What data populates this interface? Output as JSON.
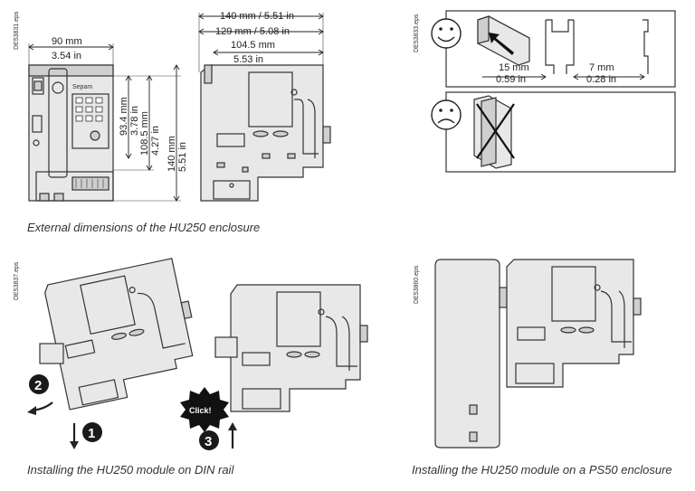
{
  "references": {
    "top_left": "DE53831.eps",
    "top_right": "DE53833.eps",
    "bottom_left": "DE53837.eps",
    "bottom_right": "DE53860.eps"
  },
  "dimensions": {
    "width_front": "90 mm\n3.54 in",
    "width_front_mm": "90 mm",
    "width_front_in": "3.54 in",
    "depth_total_mm": "140 mm / 5.51 in",
    "depth_129": "129 mm / 5.08 in",
    "depth_104_mm": "104.5 mm",
    "depth_104_in": "5.53 in",
    "h_93": "93.4 mm",
    "h_93_in": "3.78 in",
    "h_108": "108.5 mm",
    "h_108_in": "4.27 in",
    "h_140": "140 mm",
    "h_140_in": "5.51 in"
  },
  "rail": {
    "gap1_mm": "15 mm",
    "gap1_in": "0.59 in",
    "gap2_mm": "7 mm",
    "gap2_in": "0.28 in"
  },
  "brand_mark": "Sepam",
  "steps": {
    "one": "1",
    "two": "2",
    "three": "3",
    "click": "Click!"
  },
  "captions": {
    "external": "External dimensions of the HU250 enclosure",
    "din_rail": "Installing the HU250 module on DIN rail",
    "ps50": "Installing the HU250 module on a PS50 enclosure"
  },
  "icons": [
    "smiley-happy-icon",
    "smiley-sad-icon",
    "cross-icon",
    "arrow-icon"
  ]
}
